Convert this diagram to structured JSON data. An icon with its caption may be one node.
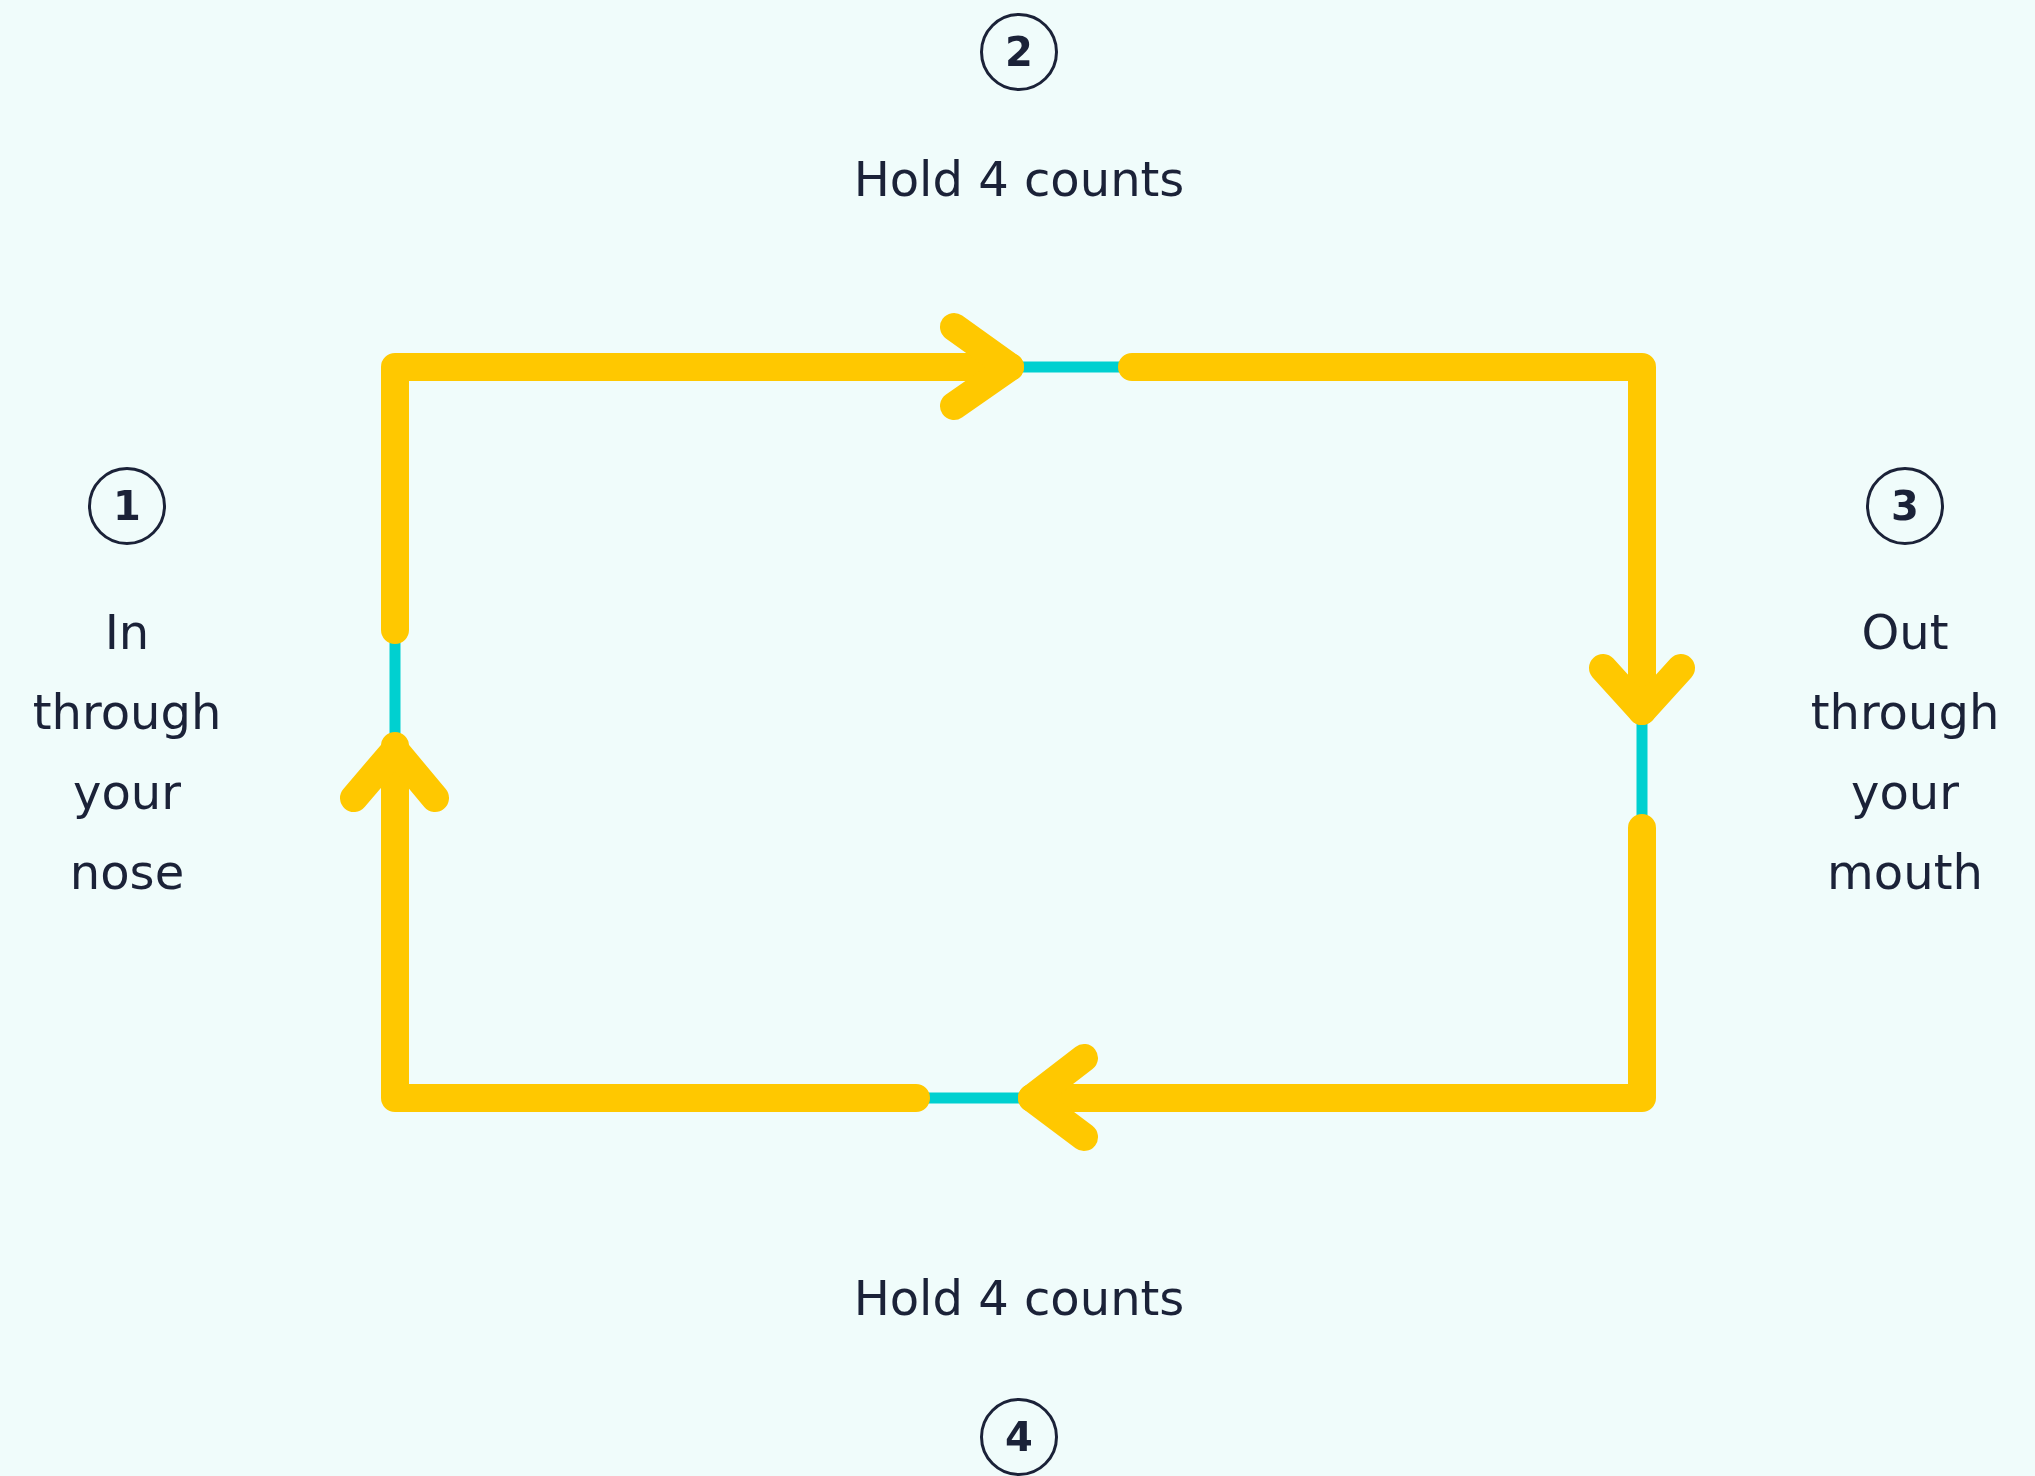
{
  "diagram": {
    "labels": [
      "2",
      "Hold 4 counts",
      "1",
      "3",
      "In through your nose",
      "Out through your mouth",
      "Hold 4 counts",
      "4"
    ]
  }
}
